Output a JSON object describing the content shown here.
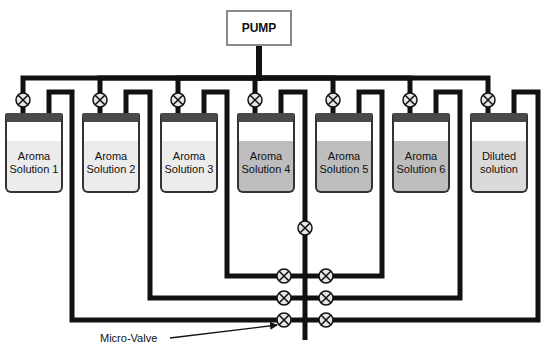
{
  "diagram": {
    "nodes": [
      {
        "text": [
          "PUMP"
        ]
      },
      {
        "text": [
          "Aroma Solution 1"
        ]
      },
      {
        "text": [
          "Aroma Solution 2"
        ]
      },
      {
        "text": [
          "Aroma Solution 3"
        ]
      },
      {
        "text": [
          "Aroma Solution 4"
        ]
      },
      {
        "text": [
          "Aroma Solution 5"
        ]
      },
      {
        "text": [
          "Aroma Solution 6"
        ]
      },
      {
        "text": [
          "Diluted solution"
        ]
      }
    ],
    "edges": [
      {
        "from": 0,
        "to": 1,
        "arrow": "none"
      },
      {
        "from": 0,
        "to": 2,
        "arrow": "none"
      },
      {
        "from": 0,
        "to": 3,
        "arrow": "none"
      },
      {
        "from": 0,
        "to": 4,
        "arrow": "none"
      },
      {
        "from": 0,
        "to": 5,
        "arrow": "none"
      },
      {
        "from": 0,
        "to": 6,
        "arrow": "none"
      },
      {
        "from": 0,
        "to": 7,
        "arrow": "none"
      }
    ],
    "labels": [
      "Micro-Valve"
    ]
  }
}
